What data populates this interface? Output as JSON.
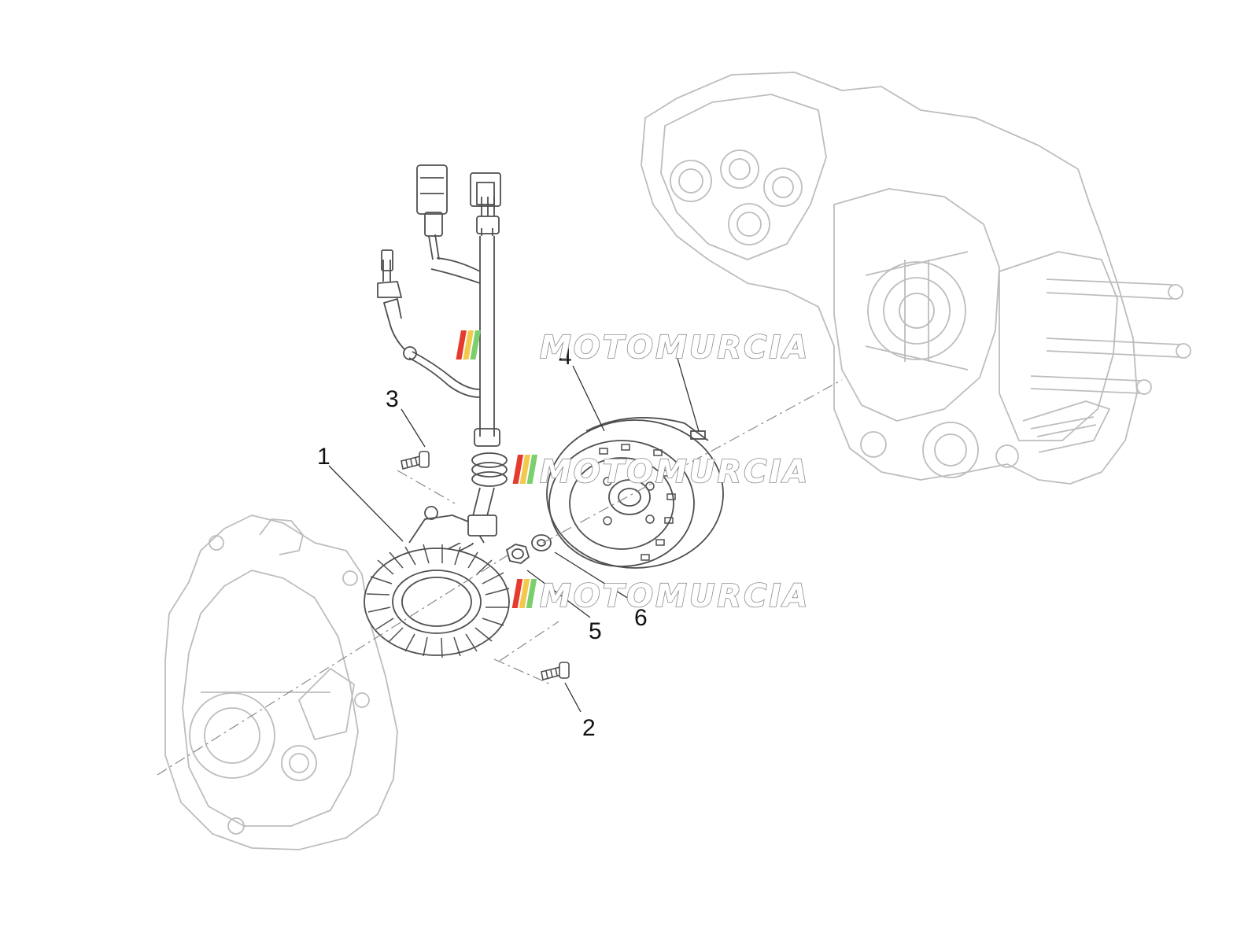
{
  "diagram": {
    "callouts": [
      {
        "number": "1",
        "part": "stator"
      },
      {
        "number": "2",
        "part": "stator-screw"
      },
      {
        "number": "3",
        "part": "wiring-clamp-screw"
      },
      {
        "number": "4",
        "part": "flywheel"
      },
      {
        "number": "5",
        "part": "flywheel-nut"
      },
      {
        "number": "6",
        "part": "washer"
      }
    ],
    "watermark": {
      "text": "MOTOMURCIA",
      "stripe_colors": [
        "#e63a2e",
        "#f2c94c",
        "#7ccf6d"
      ]
    },
    "line_color": "#6d6d6d",
    "faint_color": "#b9b9b9"
  }
}
